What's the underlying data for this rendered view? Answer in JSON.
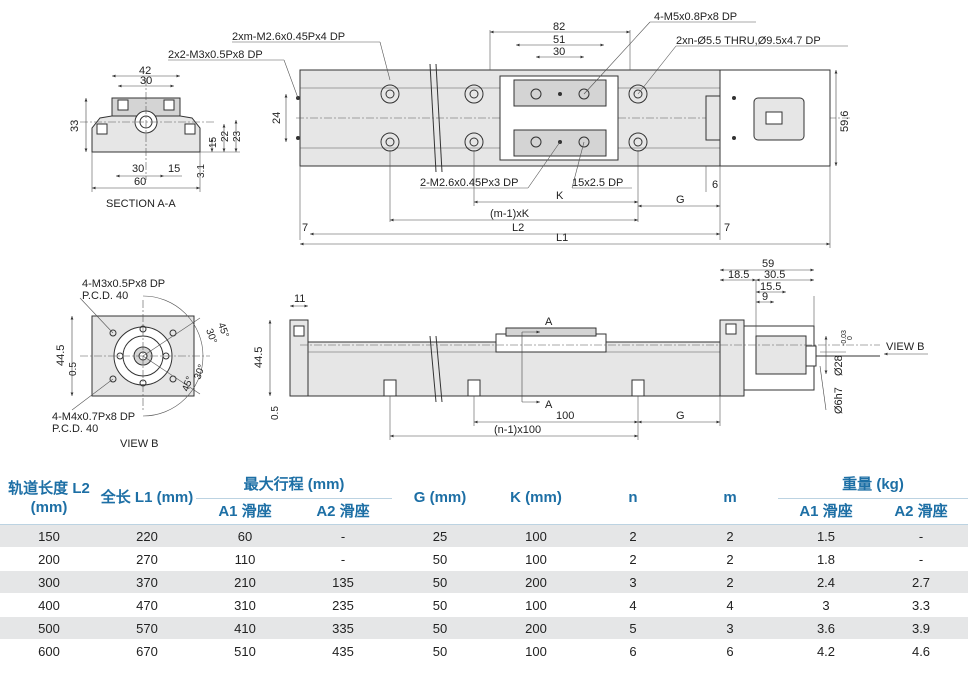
{
  "drawing": {
    "section_label": "SECTION A-A",
    "view_b_label": "VIEW B",
    "view_b_arrow": "VIEW B",
    "notes": {
      "xm_m26": "2xm-M2.6x0.45Px4 DP",
      "x2_m3": "2x2-M3x0.5Px8 DP",
      "m5": "4-M5x0.8Px8 DP",
      "xn_thru": "2xn-Ø5.5 THRU,Ø9.5x4.7 DP",
      "m26_3": "2-M2.6x0.45Px3 DP",
      "dp15": "15x2.5 DP",
      "m3_pcd_1": "4-M3x0.5Px8 DP",
      "m3_pcd_2": "P.C.D. 40",
      "m4_pcd_1": "4-M4x0.7Px8 DP",
      "m4_pcd_2": "P.C.D. 40",
      "a_top": "A",
      "a_bottom": "A"
    },
    "dims": {
      "d82": "82",
      "d51": "51",
      "d30a": "30",
      "d24": "24",
      "d59_6": "59.6",
      "dK": "K",
      "dG": "G",
      "d6": "6",
      "dmK": "(m-1)xK",
      "dL2": "L2",
      "dL1": "L1",
      "d7a": "7",
      "d7b": "7",
      "d42": "42",
      "d30b": "30",
      "d33": "33",
      "d15a": "15",
      "d22": "22",
      "d23": "23",
      "d30c": "30",
      "d15b": "15",
      "d3_1": "3.1",
      "d60": "60",
      "d45a": "45°",
      "d30d": "30°",
      "d30e": "30°",
      "d45b": "45°",
      "d44_5a": "44.5",
      "d0_5a": "0.5",
      "d11": "11",
      "d44_5b": "44.5",
      "d0_5b": "0.5",
      "d100": "100",
      "dG2": "G",
      "dn100": "(n-1)x100",
      "d59": "59",
      "d18_5": "18.5",
      "d30_5": "30.5",
      "d15_5": "15.5",
      "d9": "9",
      "d28": "Ø28",
      "d28tol": "-0.03",
      "d28tol2": "0",
      "d6h7": "Ø6h7"
    }
  },
  "table": {
    "headers": {
      "rail_length": "轨道长度 L2 (mm)",
      "total_length": "全长 L1 (mm)",
      "max_stroke": "最大行程 (mm)",
      "a1": "A1 滑座",
      "a2": "A2 滑座",
      "g": "G (mm)",
      "k": "K (mm)",
      "n": "n",
      "m": "m",
      "weight": "重量 (kg)",
      "wa1": "A1 滑座",
      "wa2": "A2 滑座"
    },
    "rows": [
      [
        "150",
        "220",
        "60",
        "-",
        "25",
        "100",
        "2",
        "2",
        "1.5",
        "-"
      ],
      [
        "200",
        "270",
        "110",
        "-",
        "50",
        "100",
        "2",
        "2",
        "1.8",
        "-"
      ],
      [
        "300",
        "370",
        "210",
        "135",
        "50",
        "200",
        "3",
        "2",
        "2.4",
        "2.7"
      ],
      [
        "400",
        "470",
        "310",
        "235",
        "50",
        "100",
        "4",
        "4",
        "3",
        "3.3"
      ],
      [
        "500",
        "570",
        "410",
        "335",
        "50",
        "200",
        "5",
        "3",
        "3.6",
        "3.9"
      ],
      [
        "600",
        "670",
        "510",
        "435",
        "50",
        "100",
        "6",
        "6",
        "4.2",
        "4.6"
      ]
    ]
  }
}
